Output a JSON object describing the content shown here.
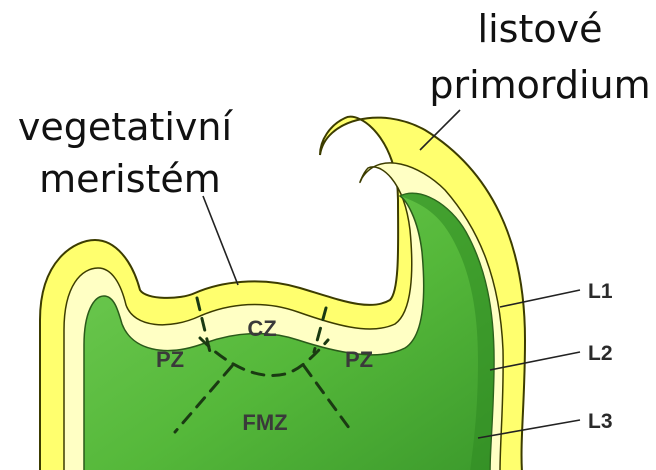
{
  "labels": {
    "leaf_primordium": [
      "listové",
      "primordium"
    ],
    "vegetative_meristem": [
      "vegetativní",
      "meristém"
    ],
    "layers": {
      "l1": "L1",
      "l2": "L2",
      "l3": "L3"
    },
    "zones": {
      "cz": "CZ",
      "pz_left": "PZ",
      "pz_right": "PZ",
      "fmz": "FMZ"
    }
  },
  "colors": {
    "tissue_outer": "#ffff6e",
    "tissue_inner": "#ffffc4",
    "outline": "#3c3c00",
    "core": "#55b83a",
    "core_light": "#72cc55",
    "core_dark": "#2f8a22",
    "dashes": "#1a3a12"
  }
}
